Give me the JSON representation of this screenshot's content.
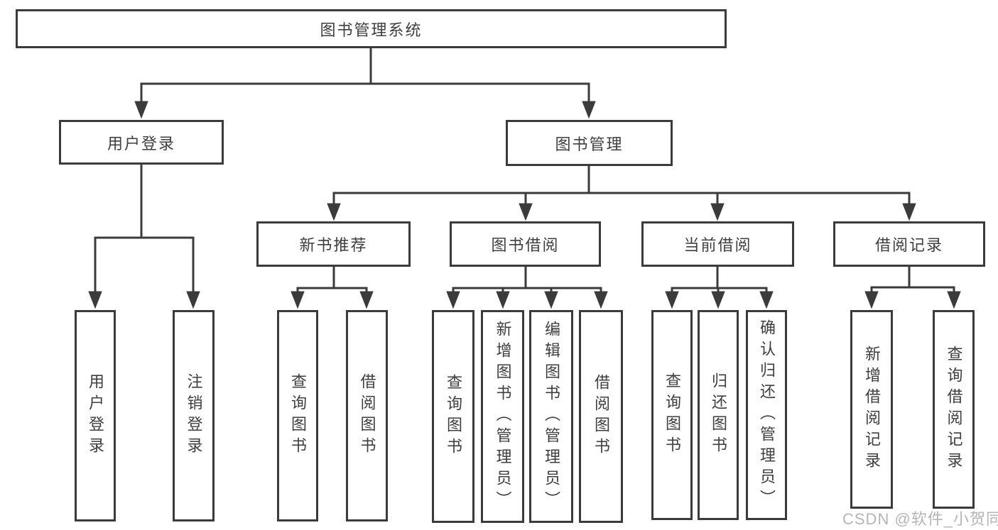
{
  "diagram": {
    "root": {
      "label": "图书管理系统"
    },
    "branches": [
      {
        "label": "用户登录",
        "children": [
          {
            "label": "用户登录"
          },
          {
            "label": "注销登录"
          }
        ]
      },
      {
        "label": "图书管理",
        "sections": [
          {
            "label": "新书推荐",
            "children": [
              {
                "label": "查询图书"
              },
              {
                "label": "借阅图书"
              }
            ]
          },
          {
            "label": "图书借阅",
            "children": [
              {
                "label": "查询图书"
              },
              {
                "label": "新增图书（管理员）"
              },
              {
                "label": "编辑图书（管理员）"
              },
              {
                "label": "借阅图书"
              }
            ]
          },
          {
            "label": "当前借阅",
            "children": [
              {
                "label": "查询图书"
              },
              {
                "label": "归还图书"
              },
              {
                "label": "确认归还（管理员）"
              }
            ]
          },
          {
            "label": "借阅记录",
            "children": [
              {
                "label": "新增借阅记录"
              },
              {
                "label": "查询借阅记录"
              }
            ]
          }
        ]
      }
    ],
    "watermark": "CSDN @软件_小贺同学",
    "colors": {
      "line": "#3b3b3b",
      "text": "#3e3e3e",
      "box_background": "#ffffff",
      "watermark": "#b5b5b5"
    }
  }
}
